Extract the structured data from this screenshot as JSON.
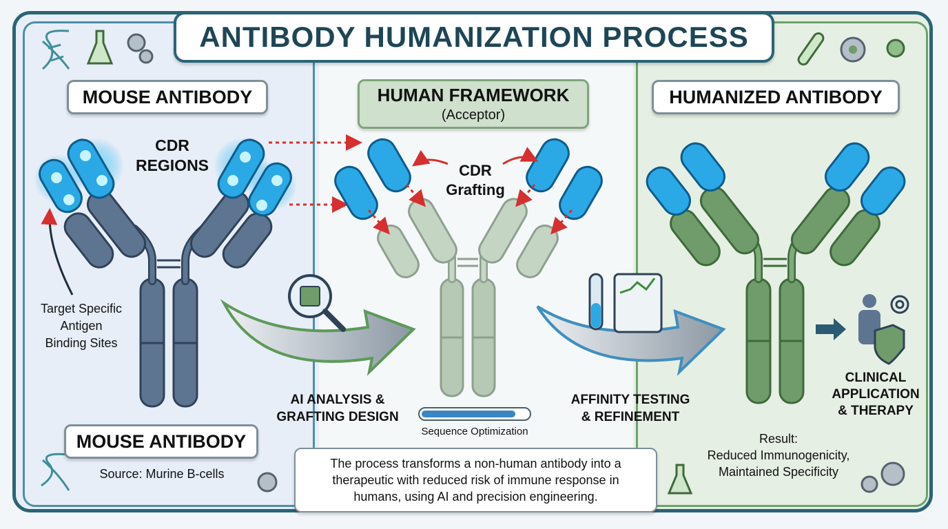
{
  "title": "ANTIBODY HUMANIZATION PROCESS",
  "mouse": {
    "heading": "MOUSE ANTIBODY",
    "cdr_label_line1": "CDR",
    "cdr_label_line2": "REGIONS",
    "target_line1": "Target Specific",
    "target_line2": "Antigen",
    "target_line3": "Binding Sites",
    "footer_heading": "MOUSE ANTIBODY",
    "source": "Source: Murine B-cells"
  },
  "human": {
    "heading": "HUMAN FRAMEWORK",
    "subheading": "(Acceptor)",
    "cdr_line1": "CDR",
    "cdr_line2": "Grafting",
    "progress_label": "Sequence Optimization",
    "progress_value": 0.88
  },
  "steps": {
    "ai_line1": "AI ANALYSIS &",
    "ai_line2": "GRAFTING DESIGN",
    "affinity_line1": "AFFINITY TESTING",
    "affinity_line2": "& REFINEMENT"
  },
  "humanized": {
    "heading": "HUMANIZED ANTIBODY",
    "clinical_line1": "CLINICAL",
    "clinical_line2": "APPLICATION",
    "clinical_line3": "& THERAPY",
    "result_line1": "Result:",
    "result_line2": "Reduced Immunogenicity,",
    "result_line3": "Maintained Specificity"
  },
  "summary": {
    "line1": "The process transforms a non-human antibody into a",
    "line2": "therapeutic with reduced risk of immune response in",
    "line3": "humans, using AI and precision engineering."
  },
  "icons": [
    "dna-icon",
    "flask-icon",
    "gears-icon",
    "test-tube-icon",
    "gear-icon",
    "chip-magnifier-icon",
    "lab-monitor-icon",
    "person-shield-icon",
    "target-icon"
  ],
  "colors": {
    "frame": "#2b6476",
    "mouse_chain": "#5e7592",
    "cdr_blue": "#2aa9e6",
    "human_chain": "#b5c9b4",
    "humanized_chain": "#6f9c6a",
    "graft_arrow": "#d62f2f"
  }
}
